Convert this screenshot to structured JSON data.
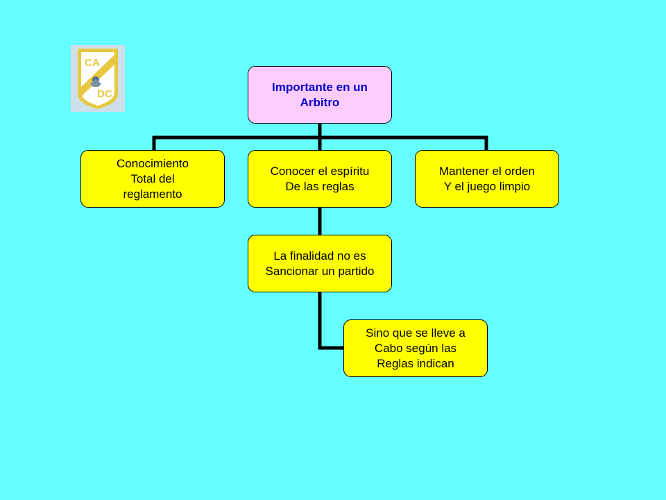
{
  "diagram": {
    "root": "Importante en un\nArbitro",
    "children": [
      "Conocimiento\nTotal del\nreglamento",
      "Conocer el espíritu\nDe las reglas",
      "Mantener el orden\nY el juego limpio"
    ],
    "level3": "La finalidad no es\nSancionar un partido",
    "level4": "Sino que se lleve a\nCabo según las\nReglas indican"
  },
  "logo": {
    "text_top": "CA",
    "text_bottom": "DC"
  },
  "colors": {
    "background": "#66ffff",
    "node_fill": "#ffff00",
    "root_fill": "#ffccff",
    "root_text": "#0000cc",
    "logo_gold": "#e8c840"
  }
}
